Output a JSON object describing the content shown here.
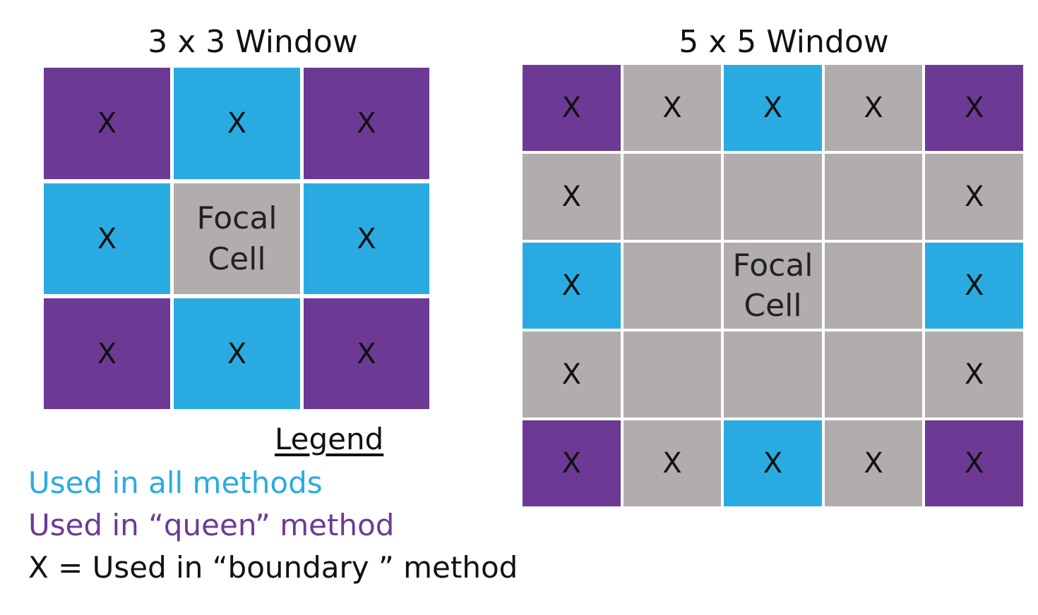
{
  "colors": {
    "all_methods": "#29abe2",
    "queen": "#6c3a94",
    "neutral": "#b0adac",
    "text": "#111111"
  },
  "left_diagram": {
    "title": "3 x 3 Window",
    "focal_line1": "Focal",
    "focal_line2": "Cell",
    "cells": [
      {
        "type": "queen",
        "mark": "X"
      },
      {
        "type": "all_methods",
        "mark": "X"
      },
      {
        "type": "queen",
        "mark": "X"
      },
      {
        "type": "all_methods",
        "mark": "X"
      },
      {
        "type": "focal",
        "mark": ""
      },
      {
        "type": "all_methods",
        "mark": "X"
      },
      {
        "type": "queen",
        "mark": "X"
      },
      {
        "type": "all_methods",
        "mark": "X"
      },
      {
        "type": "queen",
        "mark": "X"
      }
    ]
  },
  "right_diagram": {
    "title": "5 x 5 Window",
    "focal_line1": "Focal",
    "focal_line2": "Cell",
    "cells": [
      {
        "type": "queen",
        "mark": "X"
      },
      {
        "type": "neutral",
        "mark": "X"
      },
      {
        "type": "all_methods",
        "mark": "X"
      },
      {
        "type": "neutral",
        "mark": "X"
      },
      {
        "type": "queen",
        "mark": "X"
      },
      {
        "type": "neutral",
        "mark": "X"
      },
      {
        "type": "neutral",
        "mark": ""
      },
      {
        "type": "neutral",
        "mark": ""
      },
      {
        "type": "neutral",
        "mark": ""
      },
      {
        "type": "neutral",
        "mark": "X"
      },
      {
        "type": "all_methods",
        "mark": "X"
      },
      {
        "type": "neutral",
        "mark": ""
      },
      {
        "type": "focal",
        "mark": ""
      },
      {
        "type": "neutral",
        "mark": ""
      },
      {
        "type": "all_methods",
        "mark": "X"
      },
      {
        "type": "neutral",
        "mark": "X"
      },
      {
        "type": "neutral",
        "mark": ""
      },
      {
        "type": "neutral",
        "mark": ""
      },
      {
        "type": "neutral",
        "mark": ""
      },
      {
        "type": "neutral",
        "mark": "X"
      },
      {
        "type": "queen",
        "mark": "X"
      },
      {
        "type": "neutral",
        "mark": "X"
      },
      {
        "type": "all_methods",
        "mark": "X"
      },
      {
        "type": "neutral",
        "mark": "X"
      },
      {
        "type": "queen",
        "mark": "X"
      }
    ]
  },
  "legend": {
    "title": "Legend",
    "all_methods": "Used in all methods",
    "queen": "Used in “queen” method",
    "boundary": "X = Used in “boundary ” method"
  }
}
